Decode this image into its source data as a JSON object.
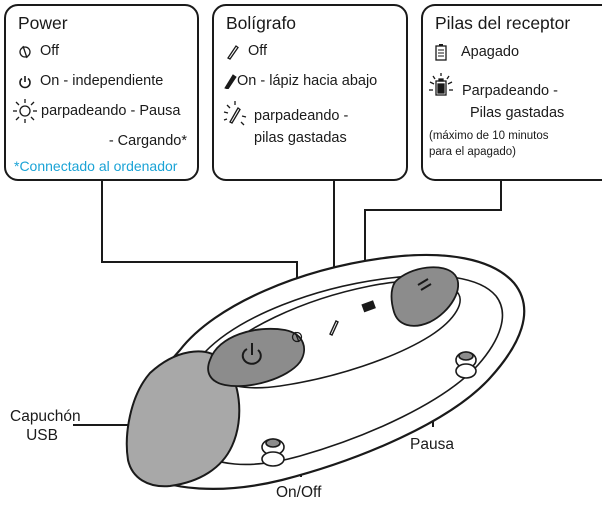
{
  "power": {
    "title": "Power",
    "off": "Off",
    "on": "On - independiente",
    "blink": "parpadeando - Pausa",
    "charging": "- Cargando*",
    "note": "*Connectado al ordenador"
  },
  "pen": {
    "title": "Bolígrafo",
    "off": "Off",
    "on": "On - lápiz hacia abajo",
    "blink_line1": "parpadeando -",
    "blink_line2": "pilas gastadas"
  },
  "battery": {
    "title": "Pilas del receptor",
    "off": "Apagado",
    "blink_line1": "Parpadeando -",
    "blink_line2": "Pilas gastadas",
    "note_line1": "(máximo de 10 minutos",
    "note_line2": "para el apagado)"
  },
  "callouts": {
    "usb_line1": "Capuchón",
    "usb_line2": "USB",
    "pause": "Pausa",
    "onoff": "On/Off"
  },
  "colors": {
    "accent": "#1aa3d6",
    "button_gray": "#8c8c8c",
    "cap_gray": "#a8a8a8"
  }
}
